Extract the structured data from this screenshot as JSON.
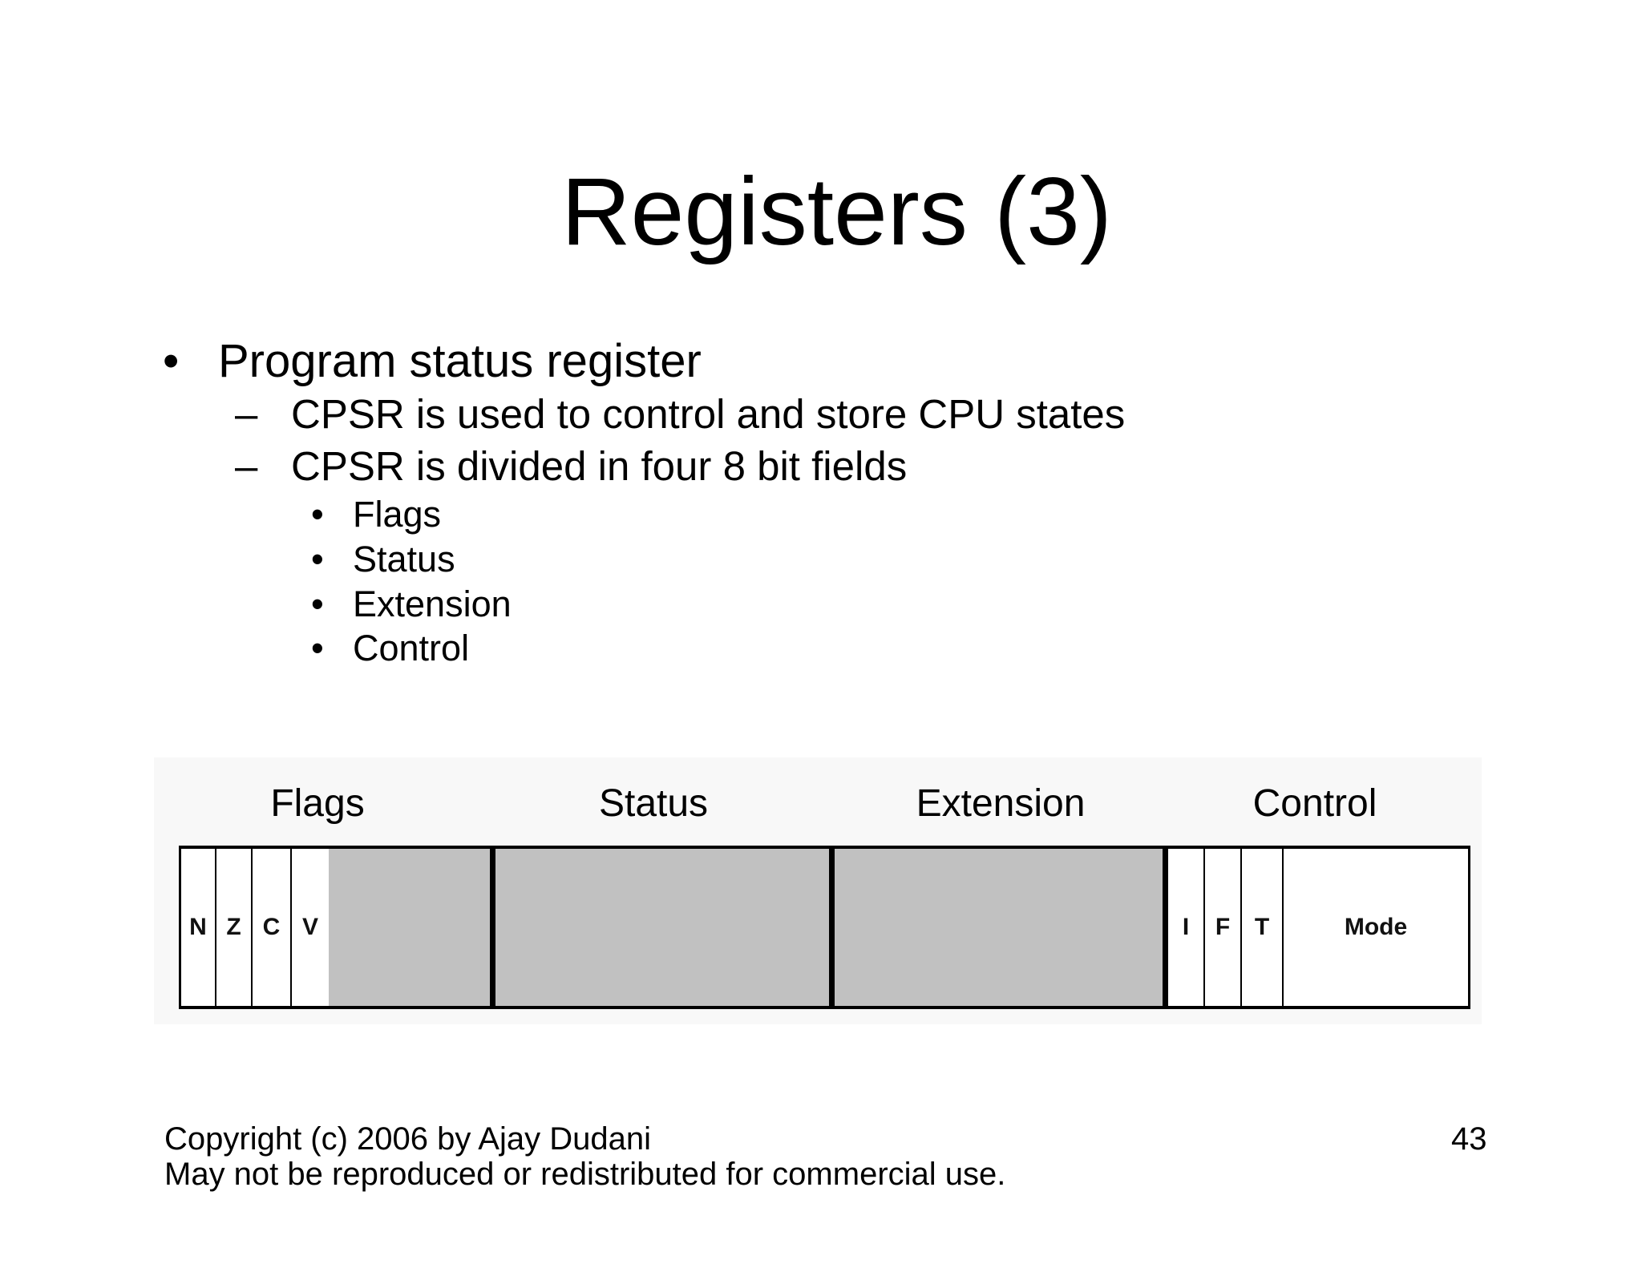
{
  "slide": {
    "title": "Registers (3)",
    "bullets": {
      "glyph_l1": "•",
      "glyph_l2": "–",
      "glyph_l3": "•",
      "level1": "Program status register",
      "level2": [
        "CPSR is used to control and store CPU states",
        "CPSR is divided in four 8 bit fields"
      ],
      "level3": [
        "Flags",
        "Status",
        "Extension",
        "Control"
      ]
    },
    "diagram": {
      "headers": [
        "Flags",
        "Status",
        "Extension",
        "Control"
      ],
      "cells": [
        "N",
        "Z",
        "C",
        "V",
        "I",
        "F",
        "T"
      ],
      "mode": "Mode",
      "gray_color": "#c1c1c1"
    },
    "footer": {
      "line1": "Copyright (c) 2006 by Ajay Dudani",
      "line2": "May not be reproduced or redistributed for commercial use.",
      "page_number": "43"
    }
  }
}
